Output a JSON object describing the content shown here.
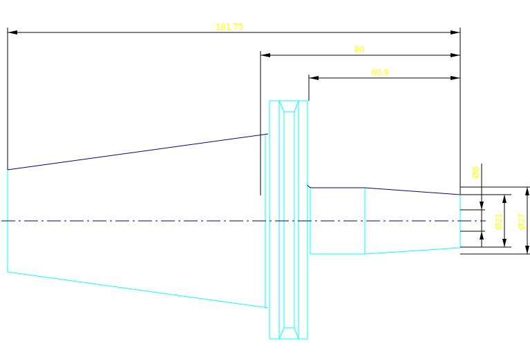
{
  "dimensions": {
    "overall_length": "181.75",
    "flange_to_end": "80",
    "shank_length": "60.9",
    "dia_small": "Ø8",
    "dia_mid": "Ø21",
    "dia_large": "Ø27"
  },
  "colors": {
    "background": "#ffffff",
    "outline": "#00ffff",
    "edge": "#000080",
    "dimension_line": "#000000",
    "dimension_text": "#ffff00"
  }
}
